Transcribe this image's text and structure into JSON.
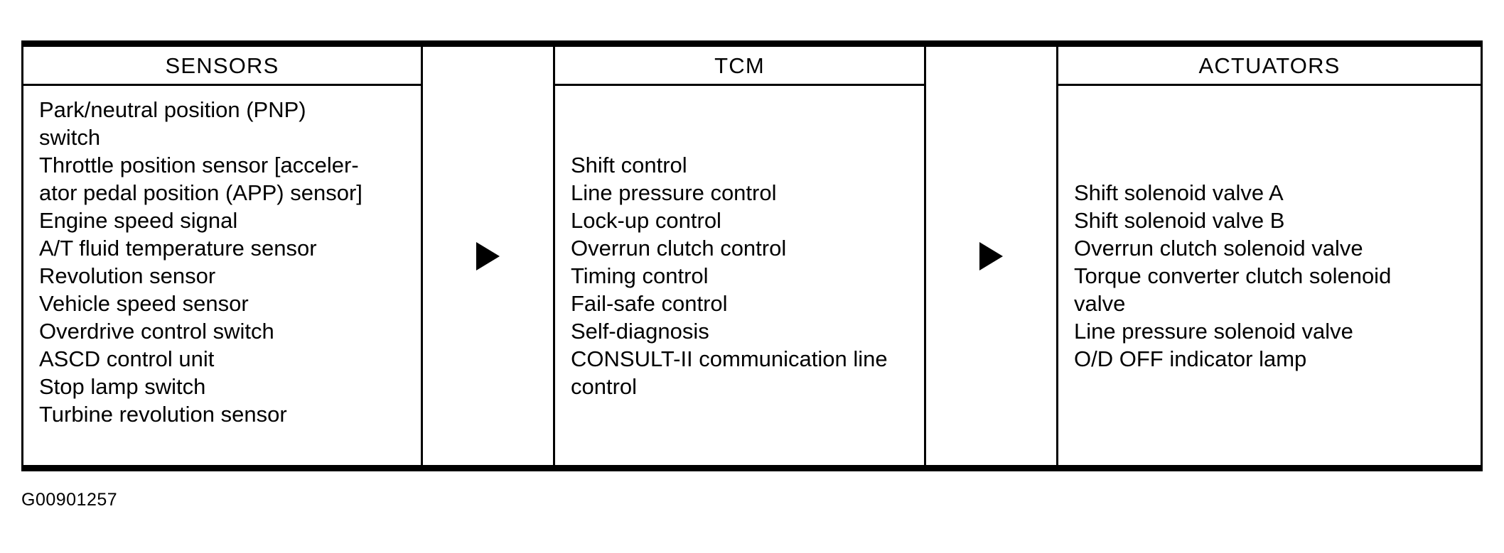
{
  "diagram": {
    "caption": "G00901257",
    "ink_color": "#000000",
    "background_color": "#ffffff",
    "flow_arrow_icon": "right-triangle-arrow",
    "columns": [
      {
        "id": "sensors",
        "header": "SENSORS",
        "entries": [
          "Park/neutral position (PNP)\nswitch",
          "Throttle position sensor [acceler-\nator pedal position (APP) sensor]",
          "Engine speed signal",
          "A/T fluid temperature sensor",
          "Revolution sensor",
          "Vehicle speed sensor",
          "Overdrive control switch",
          "ASCD control unit",
          "Stop lamp switch",
          "Turbine revolution sensor"
        ]
      },
      {
        "id": "tcm",
        "header": "TCM",
        "entries": [
          "Shift control",
          "Line pressure control",
          "Lock-up control",
          "Overrun clutch control",
          "Timing control",
          "Fail-safe control",
          "Self-diagnosis",
          "CONSULT-II communication line\ncontrol"
        ]
      },
      {
        "id": "actuators",
        "header": "ACTUATORS",
        "entries": [
          "Shift solenoid valve A",
          "Shift solenoid valve B",
          "Overrun clutch solenoid valve",
          "Torque converter clutch solenoid\nvalve",
          "Line pressure solenoid valve",
          "O/D OFF indicator lamp"
        ]
      }
    ]
  }
}
